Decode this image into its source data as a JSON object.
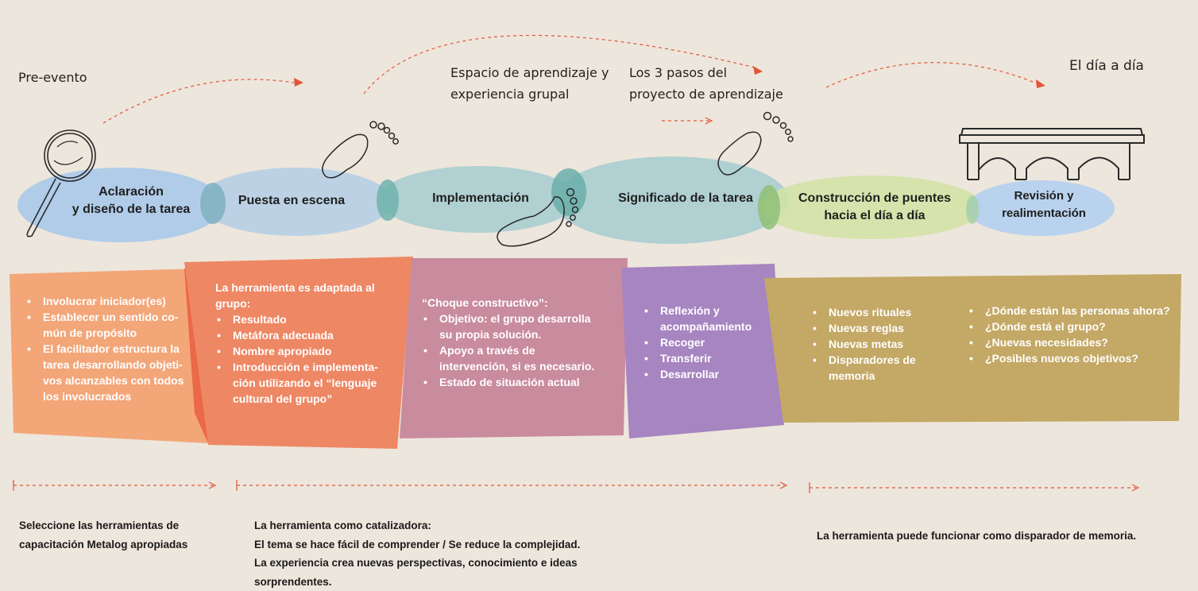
{
  "top_labels": {
    "pre_evento": "Pre-evento",
    "espacio": [
      "Espacio de aprendizaje y",
      "experiencia grupal"
    ],
    "pasos": [
      "Los 3 pasos del",
      "proyecto de aprendizaje"
    ],
    "dia_a_dia": "El día a día"
  },
  "phases": [
    {
      "lines": [
        "Aclaración",
        "y diseño de la tarea"
      ],
      "color": "#a9c9ea"
    },
    {
      "lines": [
        "Puesta en escena"
      ],
      "color": "#b6cfe4"
    },
    {
      "lines": [
        "Implementación"
      ],
      "color": "#a9cdcf"
    },
    {
      "lines": [
        "Significado de la tarea"
      ],
      "color": "#a8cdd0"
    },
    {
      "lines": [
        "Construcción de puentes",
        "hacia el día a día"
      ],
      "color": "#d3e2a6"
    },
    {
      "lines": [
        "Revisión y",
        "realimentación"
      ],
      "color": "#b3cff0"
    }
  ],
  "panels": [
    {
      "color": "#f3a678",
      "items": [
        "Involucrar iniciador(es)",
        "Establecer un sentido co-mún de propósito",
        "El facilitador estructura la tarea desarrollando objeti-vos alcanzables con todos los involucrados"
      ]
    },
    {
      "color": "#ee8764",
      "intro": "La herramienta es adaptada al grupo:",
      "items": [
        "Resultado",
        "Metáfora adecuada",
        "Nombre apropiado",
        "Introducción e implementa-ción utilizando el “lenguaje cultural del grupo”"
      ]
    },
    {
      "color": "#c98b9e",
      "intro": "“Choque constructivo”:",
      "items": [
        "Objetivo: el grupo desarrolla su propia solución.",
        "Apoyo a través de intervención, si es necesario.",
        "Estado de situación actual"
      ]
    },
    {
      "color": "#a785c0",
      "items": [
        "Reflexión y acompañamiento",
        "Recoger",
        "Transferir",
        "Desarrollar"
      ]
    },
    {
      "color": "#c4a865",
      "items": [
        "Nuevos rituales",
        "Nuevas reglas",
        "Nuevas metas",
        "Disparadores de memoria"
      ]
    },
    {
      "color": "#c4a865",
      "items": [
        "¿Dónde están las personas ahora?",
        "¿Dónde está el grupo?",
        "¿Nuevas necesidades?",
        "¿Posibles nuevos objetivos?"
      ]
    }
  ],
  "bottom": {
    "left": [
      "Seleccione las herramientas de",
      "capacitación Metalog apropiadas"
    ],
    "middle": [
      "La herramienta como catalizadora:",
      "El tema se hace fácil de comprender / Se reduce la complejidad.",
      "La experiencia crea nuevas perspectivas, conocimiento e ideas",
      "sorprendentes."
    ],
    "right": "La herramienta puede funcionar como disparador de memoria."
  },
  "colors": {
    "background": "#ede6dc",
    "arrow": "#e2553a",
    "icon_stroke": "#2a2a2a"
  },
  "icons": [
    "magnifier-icon",
    "footprint-icon",
    "bridge-icon"
  ]
}
